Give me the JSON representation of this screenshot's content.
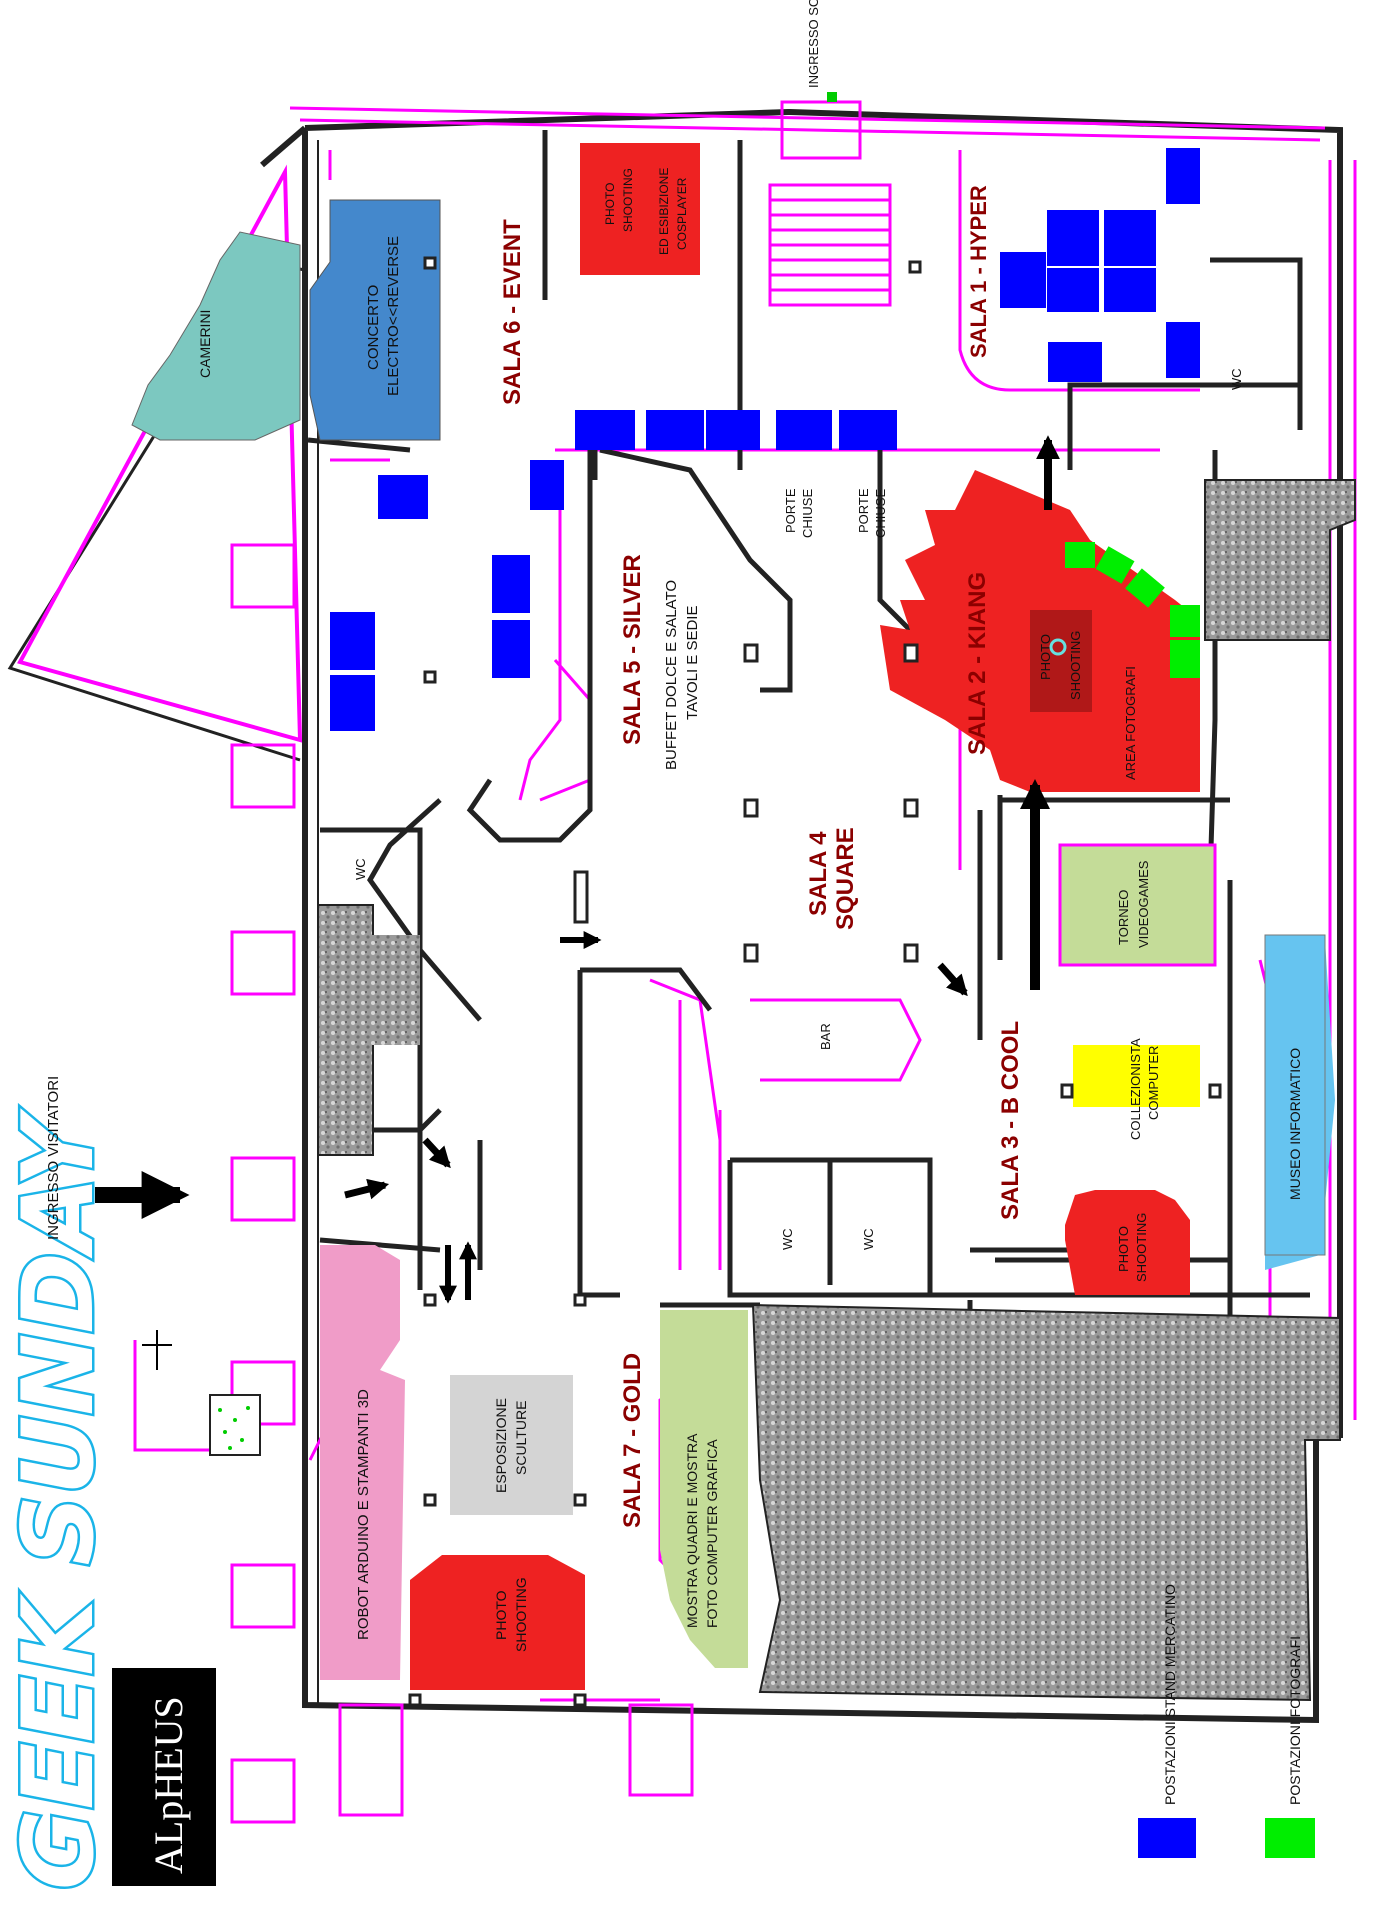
{
  "branding": {
    "event_title": "GEEK SUNDAY",
    "logo_text": "ALpHEUS"
  },
  "entrances": {
    "visitors": "INGRESSO VISITATORI",
    "goods": "INGRESSO SCARICO MERCI"
  },
  "rooms": {
    "sala1": "SALA 1 - HYPER",
    "sala2": "SALA 2 - KIANG",
    "sala3": "SALA 3 - B COOL",
    "sala4_line1": "SALA 4",
    "sala4_line2": "SQUARE",
    "sala5": "SALA 5 - SILVER",
    "sala6": "SALA 6 - EVENT",
    "sala7": "SALA 7 - GOLD"
  },
  "areas": {
    "camerini": "CAMERINI",
    "concerto_line1": "CONCERTO",
    "concerto_line2": "ELECTRO<<REVERSE",
    "cosplay_line1": "PHOTO",
    "cosplay_line2": "SHOOTING",
    "cosplay_line3": "ED ESIBIZIONE",
    "cosplay_line4": "COSPLAYER",
    "buffet_line1": "BUFFET DOLCE E SALATO",
    "buffet_line2": "TAVOLI E SEDIE",
    "porte1_line1": "PORTE",
    "porte1_line2": "CHIUSE",
    "porte2_line1": "PORTE",
    "porte2_line2": "CHIUSE",
    "kiang_photo_line1": "PHOTO",
    "kiang_photo_line2": "SHOOTING",
    "area_fotografi": "AREA FOTOGRAFI",
    "torneo_line1": "TORNEO",
    "torneo_line2": "VIDEOGAMES",
    "bar": "BAR",
    "collezionista_line1": "COLLEZIONISTA",
    "collezionista_line2": "COMPUTER",
    "museo": "MUSEO INFORMATICO",
    "bcool_photo_line1": "PHOTO",
    "bcool_photo_line2": "SHOOTING",
    "wc": "WC",
    "robot": "ROBOT ARDUINO  E STAMPANTI 3D",
    "sculture_line1": "ESPOSIZIONE",
    "sculture_line2": "SCULTURE",
    "gold_photo_line1": "PHOTO",
    "gold_photo_line2": "SHOOTING",
    "mostra_line1": "MOSTRA QUADRI E MOSTRA",
    "mostra_line2": "FOTO COMPUTER GRAFICA"
  },
  "legend": {
    "stand": "POSTAZIONI STAND MERCATINO",
    "fotografi": "POSTAZIONI FOTOGRAFI",
    "stand_color": "#0000ff",
    "fotografi_color": "#00ee00"
  },
  "colors": {
    "wall": "#222222",
    "fixture": "#ff00ff",
    "photo_red": "#ee2222",
    "concert_blue": "#4488cc",
    "camerini_teal": "#7cc8c0",
    "robot_pink": "#f09cc8",
    "torneo_green": "#c4dc98",
    "museo_cyan": "#66c4f0",
    "collezionista_yellow": "#ffff00",
    "sculture_grey": "#d4d4d4",
    "sala_text": "#8b0000"
  }
}
